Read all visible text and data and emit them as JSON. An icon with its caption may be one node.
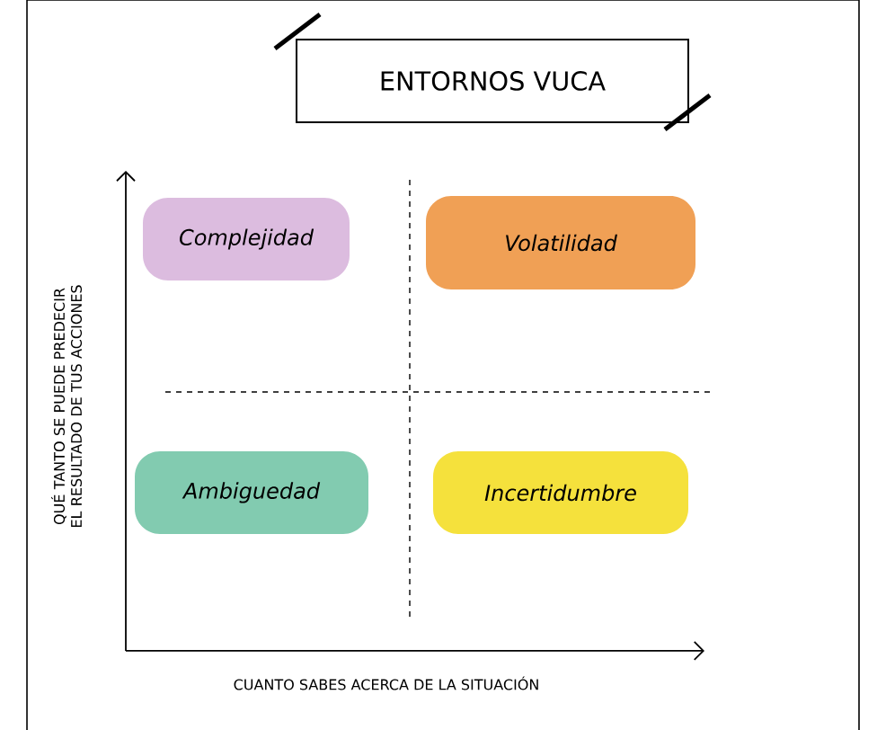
{
  "diagram": {
    "title": "ENTORNOS VUCA",
    "nodes": [
      {
        "text": [
          "Complejidad"
        ]
      },
      {
        "text": [
          "Volatilidad"
        ]
      },
      {
        "text": [
          "Ambiguedad"
        ]
      },
      {
        "text": [
          "Incertidumbre"
        ]
      }
    ],
    "labels": [
      "QUÉ TANTO SE PUEDE PREDECIR EL RESULTADO DE TUS ACCIONES",
      "CUANTO SABES ACERCA DE LA SITUACIÓN"
    ]
  }
}
